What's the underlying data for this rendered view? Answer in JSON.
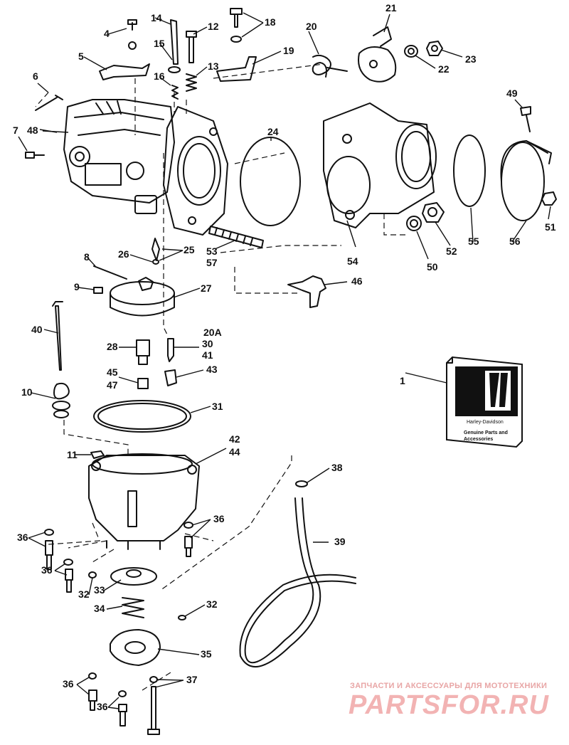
{
  "diagram": {
    "callouts": [
      "1",
      "4",
      "5",
      "6",
      "7",
      "8",
      "9",
      "10",
      "11",
      "12",
      "13",
      "14",
      "15",
      "16",
      "18",
      "19",
      "20",
      "20A",
      "21",
      "22",
      "23",
      "24",
      "25",
      "26",
      "27",
      "28",
      "30",
      "31",
      "32",
      "33",
      "34",
      "35",
      "36",
      "37",
      "38",
      "39",
      "40",
      "41",
      "42",
      "43",
      "44",
      "45",
      "46",
      "47",
      "48",
      "49",
      "50",
      "51",
      "52",
      "53",
      "54",
      "55",
      "56",
      "57"
    ],
    "label_list": [
      {
        "t": "1"
      },
      {
        "t": "4"
      },
      {
        "t": "5"
      },
      {
        "t": "6"
      },
      {
        "t": "7"
      },
      {
        "t": "8"
      },
      {
        "t": "9"
      },
      {
        "t": "10"
      },
      {
        "t": "11"
      },
      {
        "t": "12"
      },
      {
        "t": "13"
      },
      {
        "t": "14"
      },
      {
        "t": "15"
      },
      {
        "t": "16"
      },
      {
        "t": "18"
      },
      {
        "t": "19"
      },
      {
        "t": "20"
      },
      {
        "t": "20A"
      },
      {
        "t": "21"
      },
      {
        "t": "22"
      },
      {
        "t": "23"
      },
      {
        "t": "24"
      },
      {
        "t": "25"
      },
      {
        "t": "26"
      },
      {
        "t": "27"
      },
      {
        "t": "28"
      },
      {
        "t": "30"
      },
      {
        "t": "31"
      },
      {
        "t": "32"
      },
      {
        "t": "32"
      },
      {
        "t": "33"
      },
      {
        "t": "34"
      },
      {
        "t": "35"
      },
      {
        "t": "36"
      },
      {
        "t": "36"
      },
      {
        "t": "36"
      },
      {
        "t": "36"
      },
      {
        "t": "36"
      },
      {
        "t": "37"
      },
      {
        "t": "38"
      },
      {
        "t": "39"
      },
      {
        "t": "40"
      },
      {
        "t": "41"
      },
      {
        "t": "42"
      },
      {
        "t": "43"
      },
      {
        "t": "44"
      },
      {
        "t": "45"
      },
      {
        "t": "46"
      },
      {
        "t": "47"
      },
      {
        "t": "48"
      },
      {
        "t": "49"
      },
      {
        "t": "50"
      },
      {
        "t": "51"
      },
      {
        "t": "52"
      },
      {
        "t": "53"
      },
      {
        "t": "54"
      },
      {
        "t": "55"
      },
      {
        "t": "56"
      },
      {
        "t": "57"
      }
    ]
  },
  "product_card": {
    "brand": "Harley-Davidson",
    "text": "Genuine Parts and Accessories",
    "logo_icon": "harley-number-one-logo"
  },
  "watermark": {
    "top_line": "ЗАПЧАСТИ И АКСЕССУАРЫ ДЛЯ МОТОТЕХНИКИ",
    "logo_text": "PARTSFOR.RU",
    "color": "#f2b3b3"
  }
}
